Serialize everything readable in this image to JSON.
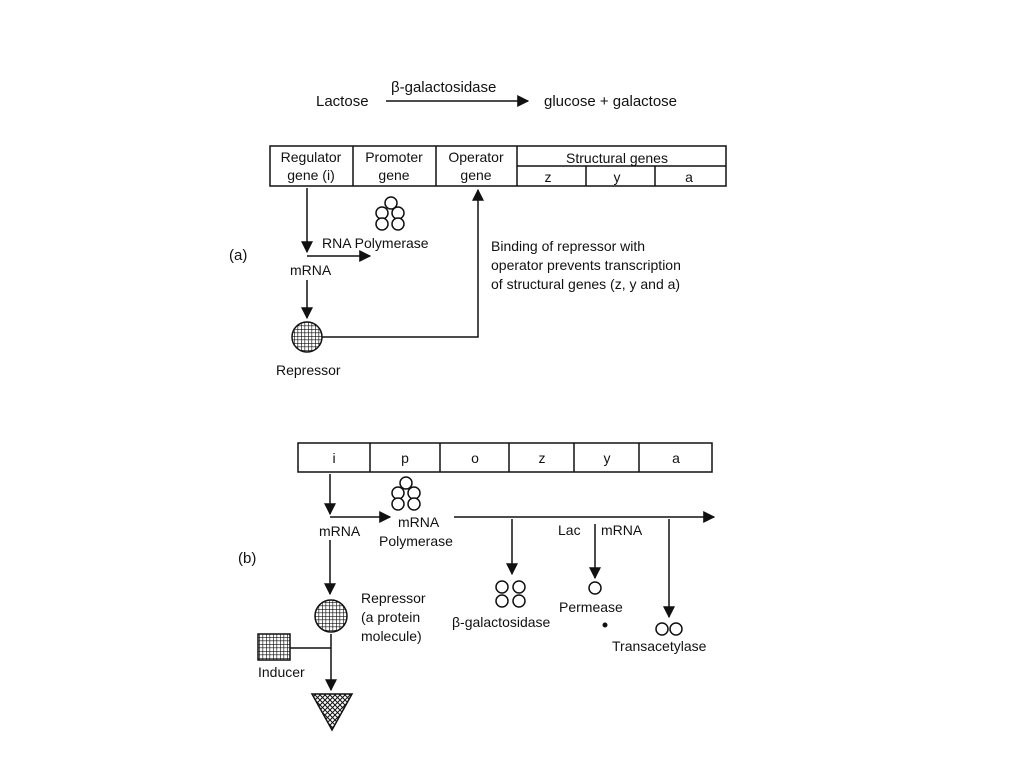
{
  "reaction": {
    "substrate": "Lactose",
    "enzyme": "β-galactosidase",
    "products": "glucose + galactose"
  },
  "panel_a": {
    "label": "(a)",
    "regulator_line1": "Regulator",
    "regulator_line2": "gene (i)",
    "promoter_line1": "Promoter",
    "promoter_line2": "gene",
    "operator_line1": "Operator",
    "operator_line2": "gene",
    "structural_header": "Structural genes",
    "structural_z": "z",
    "structural_y": "y",
    "structural_a": "a",
    "rna_polymerase": "RNA Polymerase",
    "mrna": "mRNA",
    "repressor": "Repressor",
    "note_line1": "Binding of repressor with",
    "note_line2": "operator prevents transcription",
    "note_line3": "of structural genes (z, y and a)"
  },
  "panel_b": {
    "label": "(b)",
    "genes": [
      "i",
      "p",
      "o",
      "z",
      "y",
      "a"
    ],
    "mrna_left": "mRNA",
    "mrna_polymerase_line1": "mRNA",
    "mrna_polymerase_line2": "Polymerase",
    "lac": "Lac",
    "lac_mrna": "mRNA",
    "repressor_line1": "Repressor",
    "repressor_line2": "(a protein",
    "repressor_line3": "molecule)",
    "inducer": "Inducer",
    "beta_galactosidase": "β-galactosidase",
    "permease": "Permease",
    "transacetylase": "Transacetylase"
  }
}
